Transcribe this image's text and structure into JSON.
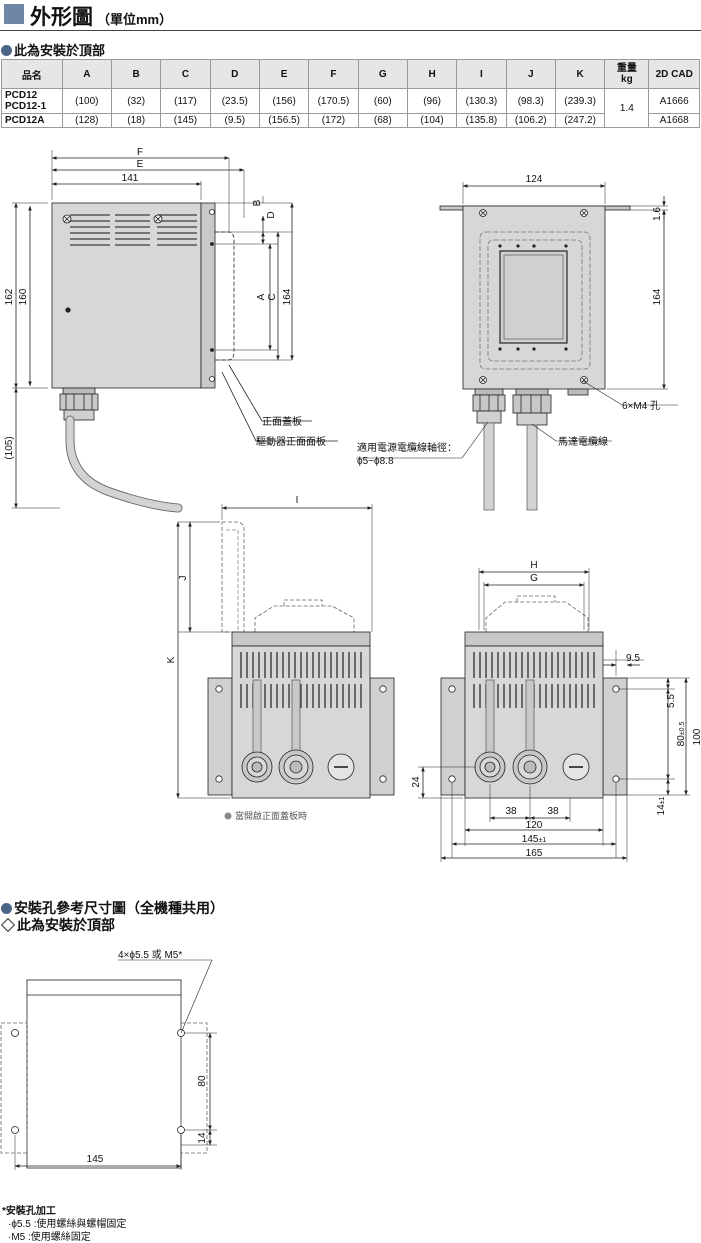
{
  "header": {
    "title": "外形圖",
    "unit": "（單位mm）"
  },
  "section1": {
    "label": "此為安裝於頂部"
  },
  "table": {
    "columns": [
      "品名",
      "A",
      "B",
      "C",
      "D",
      "E",
      "F",
      "G",
      "H",
      "I",
      "J",
      "K",
      "重量\nkg",
      "2D CAD"
    ],
    "rows": [
      {
        "model": "PCD12\nPCD12-1",
        "values": [
          "(100)",
          "(32)",
          "(117)",
          "(23.5)",
          "(156)",
          "(170.5)",
          "(60)",
          "(96)",
          "(130.3)",
          "(98.3)",
          "(239.3)"
        ],
        "weight": "1.4",
        "cad": "A1666"
      },
      {
        "model": "PCD12A",
        "values": [
          "(128)",
          "(18)",
          "(145)",
          "(9.5)",
          "(156.5)",
          "(172)",
          "(68)",
          "(104)",
          "(135.8)",
          "(106.2)",
          "(247.2)"
        ],
        "cad": "A1668"
      }
    ]
  },
  "side_view": {
    "dims": {
      "F": "F",
      "E": "E",
      "w141": "141",
      "h162": "162",
      "h160": "160",
      "h105": "(105)",
      "B": "B",
      "D": "D",
      "A": "A",
      "C": "C",
      "h164": "164"
    },
    "labels": {
      "front_cover": "正面蓋板",
      "driver_panel": "驅動器正面面板"
    }
  },
  "front_view": {
    "dims": {
      "w124": "124",
      "d16": "1.6",
      "h164": "164"
    },
    "labels": {
      "screws": "6×M4 孔",
      "cable_dia_title": "適用電源電纜線軸徑：",
      "cable_dia_range": "ϕ5~ϕ8.8",
      "motor_cable": "馬達電纜線"
    }
  },
  "open_view": {
    "dims": {
      "I": "I",
      "J": "J",
      "K": "K"
    },
    "caption": "當開啟正面蓋板時"
  },
  "bottom_view": {
    "dims": {
      "H": "H",
      "G": "G",
      "d95": "9.5",
      "d55": "5.5",
      "d80": "80",
      "d80tol": "±0.5",
      "d100": "100",
      "d24": "24",
      "d14": "14",
      "d14tol": "±1",
      "d38a": "38",
      "d38b": "38",
      "d120": "120",
      "d145": "145",
      "d145tol": "±1",
      "d165": "165"
    }
  },
  "section2": {
    "title": "安裝孔參考尺寸圖（全機種共用）",
    "sub": "此為安裝於頂部"
  },
  "mount": {
    "holes_label": "4×ϕ5.5 或 M5*",
    "dims": {
      "d80": "80",
      "d14": "14",
      "d145": "145"
    }
  },
  "notes": {
    "title": "*安裝孔加工",
    "line1": "·ϕ5.5 :使用螺絲與螺帽固定",
    "line2": "·M5 :使用螺絲固定"
  },
  "colors": {
    "header_square": "#6f87a6",
    "bullet": "#4b6488",
    "device_body": "#d7d7d7",
    "cad_caption_dot": "#8a8a8a"
  }
}
